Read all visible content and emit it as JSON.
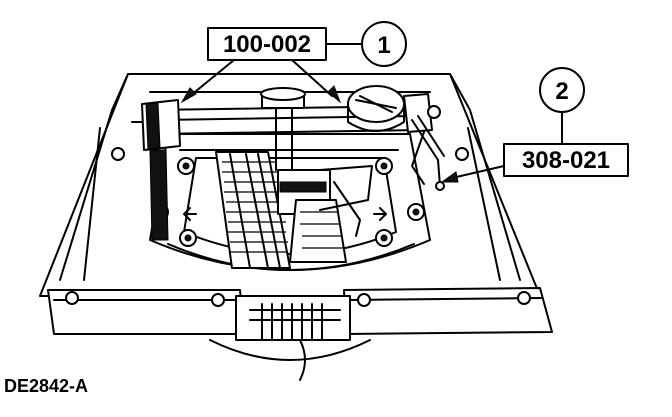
{
  "callouts": [
    {
      "number": "1",
      "tool_label": "100-002"
    },
    {
      "number": "2",
      "tool_label": "308-021"
    }
  ],
  "figure_id": "DE2842-A"
}
